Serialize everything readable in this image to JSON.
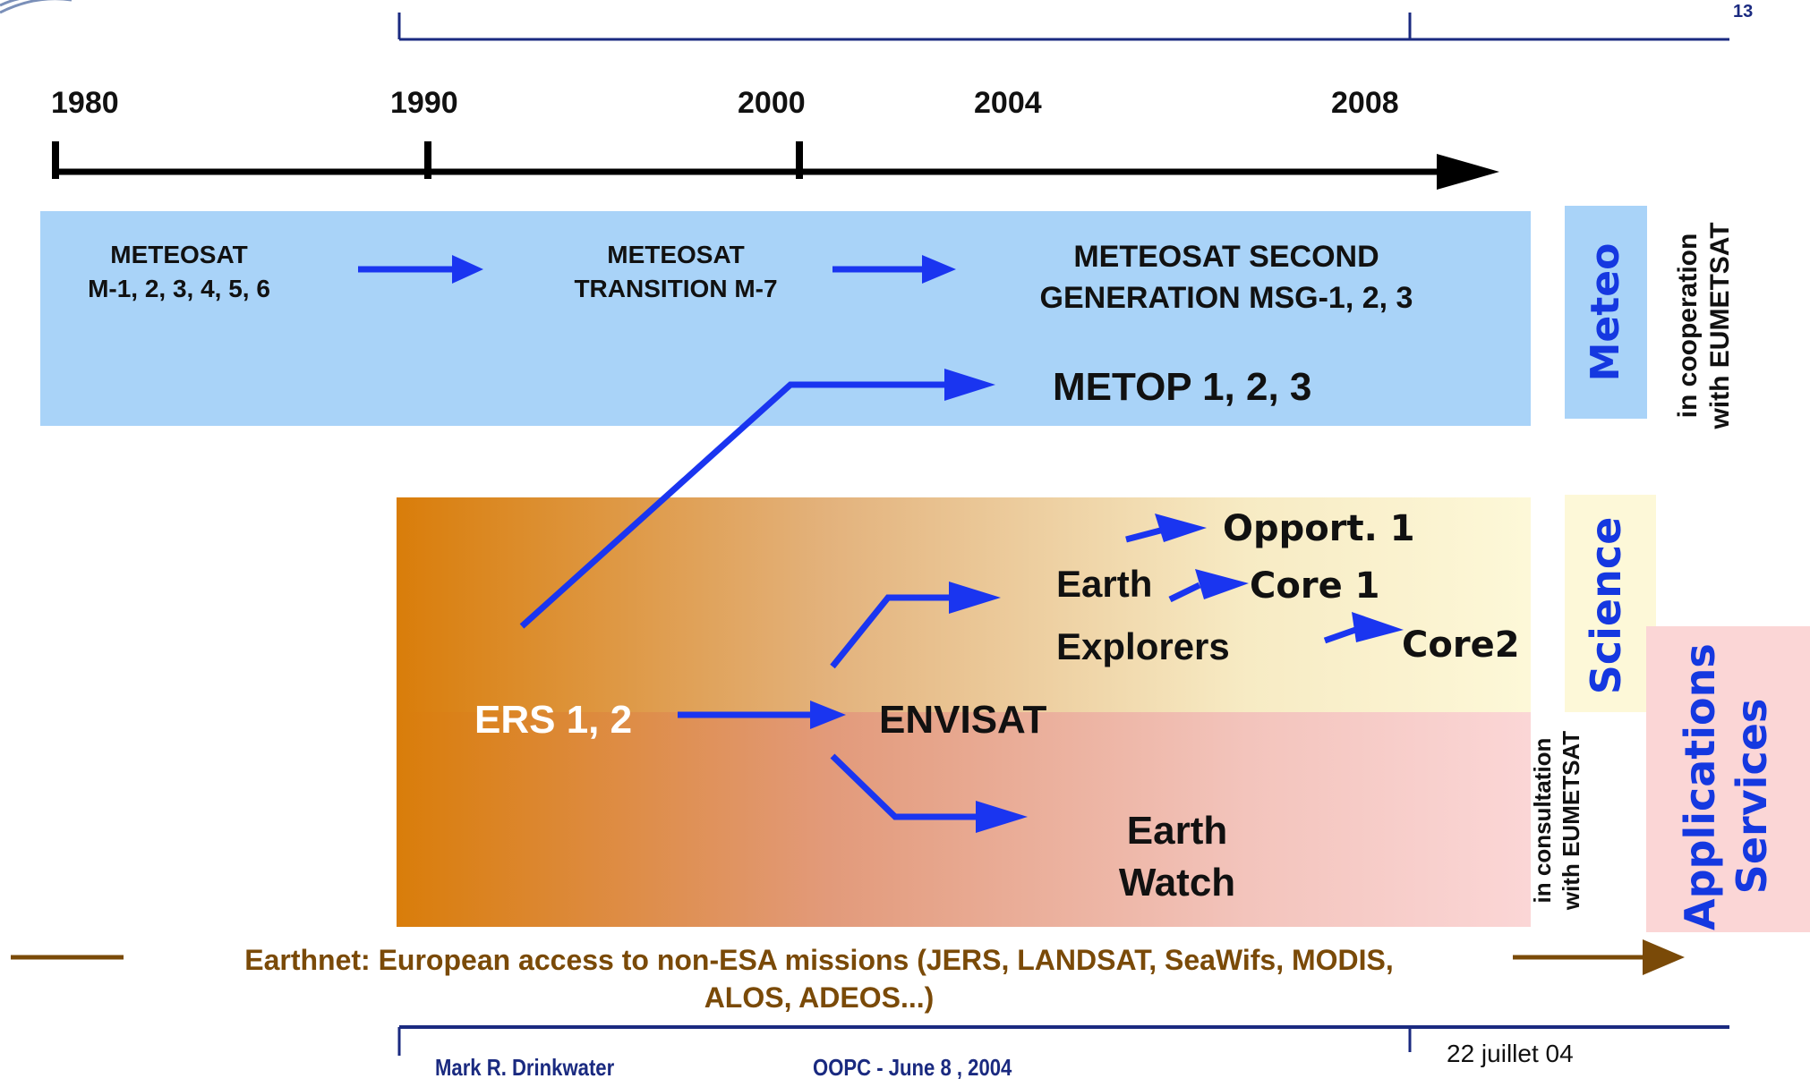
{
  "slide": {
    "page_number": "13"
  },
  "timeline": {
    "years": [
      "1980",
      "1990",
      "2000",
      "2004",
      "2008"
    ]
  },
  "meteo": {
    "meteosat_line1": "METEOSAT",
    "meteosat_line2": "M-1, 2, 3, 4, 5, 6",
    "transition_line1": "METEOSAT",
    "transition_line2": "TRANSITION   M-7",
    "msg_line1": "METEOSAT SECOND",
    "msg_line2": "GENERATION   MSG-1, 2, 3",
    "metop": "METOP 1, 2, 3",
    "tag": "Meteo",
    "coop_line1": "in cooperation",
    "coop_line2": "with EUMETSAT"
  },
  "science": {
    "ers": "ERS 1, 2",
    "envisat": "ENVISAT",
    "explorers_line1": "Earth",
    "explorers_line2": "Explorers",
    "opport": "Opport. 1",
    "core1": "Core 1",
    "core2": "Core2",
    "watch_line1": "Earth",
    "watch_line2": "Watch",
    "tag": "Science",
    "consult_line1": "in consultation",
    "consult_line2": "with EUMETSAT"
  },
  "applications": {
    "line1": "Applications",
    "line2": "Services"
  },
  "earthnet": {
    "line1": "Earthnet: European access to non-ESA missions (JERS, LANDSAT, SeaWifs, MODIS,",
    "line2": "ALOS, ADEOS...)"
  },
  "footer": {
    "author": "Mark R. Drinkwater",
    "event": "OOPC  - June 8 , 2004",
    "date": "22 juillet 04"
  },
  "colors": {
    "arrow_blue": "#1a35f0",
    "meteo_band": "#a9d3f8",
    "science_band": "#fdf8d8",
    "watch_band": "#fbd6d6",
    "ers_orange": "#d97d0a",
    "tag_blue": "#1538e0",
    "earthnet_brown": "#7a4a08",
    "footer_navy": "#1a2a80"
  }
}
